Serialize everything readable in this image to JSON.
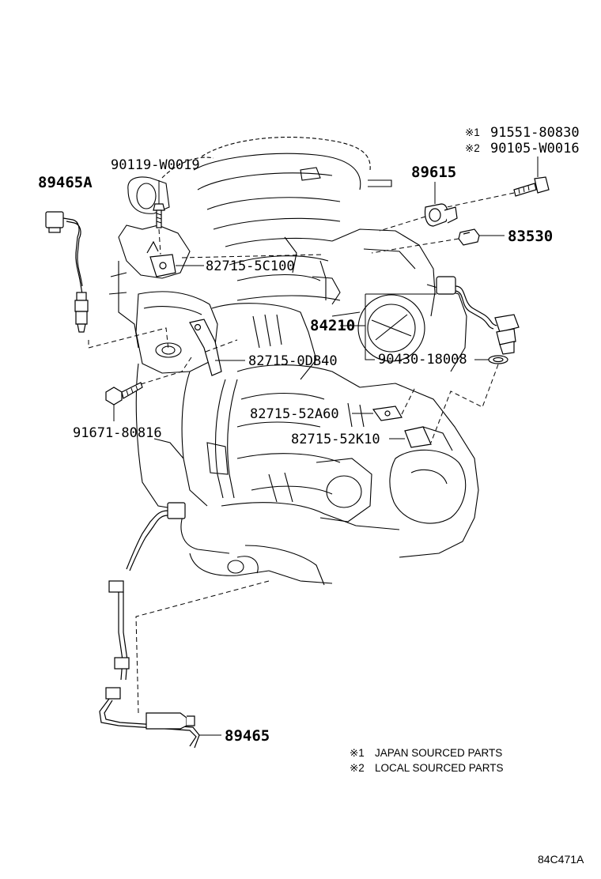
{
  "callouts": {
    "sensor_upper_left": "89465A",
    "bolt_upper": "90119-W0019",
    "bracket_upper": "82715-5C100",
    "bracket_mid": "82715-0DB40",
    "bolt_lower_left": "91671-80816",
    "sensor_right_assembly": "84210",
    "gasket": "90430-18008",
    "bracket_52A60": "82715-52A60",
    "bracket_52K10": "82715-52K10",
    "knock_sensor": "89615",
    "switch": "83530",
    "bolt_japan": "91551-80830",
    "bolt_local": "90105-W0016",
    "sensor_lower": "89465"
  },
  "marks": {
    "mark1": "※1",
    "mark2": "※2"
  },
  "legend": {
    "mark1": "※1",
    "text1": "JAPAN SOURCED PARTS",
    "mark2": "※2",
    "text2": "LOCAL SOURCED PARTS"
  },
  "diagram_ref": "84C471A"
}
